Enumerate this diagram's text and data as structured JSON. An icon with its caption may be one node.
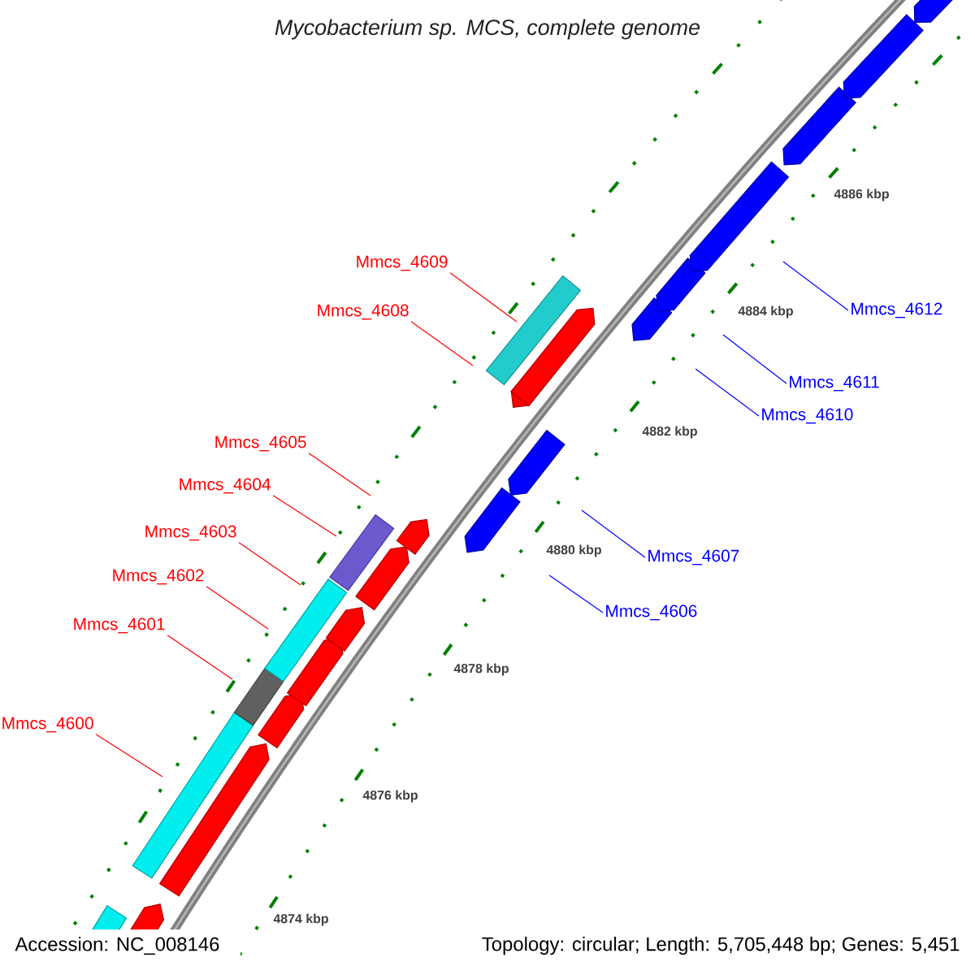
{
  "diagram": {
    "title": "*Mycobacterium* sp. MCS, complete genome",
    "nodes": [
      {
        "text": [
          "Mmcs_4609"
        ]
      },
      {
        "text": [
          "Mmcs_4612"
        ]
      },
      {
        "text": [
          "Mmcs_4608"
        ]
      },
      {
        "text": [
          "Mmcs_4611"
        ]
      },
      {
        "text": [
          "Mmcs_4610"
        ]
      },
      {
        "text": [
          "Mmcs_4605"
        ]
      },
      {
        "text": [
          "Mmcs_4604"
        ]
      },
      {
        "text": [
          "Mmcs_4603"
        ]
      },
      {
        "text": [
          "Mmcs_4607"
        ]
      },
      {
        "text": [
          "Mmcs_4602"
        ]
      },
      {
        "text": [
          "Mmcs_4606"
        ]
      },
      {
        "text": [
          "Mmcs_4601"
        ]
      },
      {
        "text": [
          "Mmcs_4600"
        ]
      }
    ],
    "edges": [
      {
        "from": 0,
        "to": null,
        "arrow": "none"
      },
      {
        "from": 1,
        "to": null,
        "arrow": "none",
        "color": "#0000ff"
      },
      {
        "from": 2,
        "to": null,
        "arrow": "none"
      },
      {
        "from": 3,
        "to": null,
        "arrow": "none",
        "color": "#0000ff"
      },
      {
        "from": 4,
        "to": null,
        "arrow": "none",
        "color": "#0000ff"
      },
      {
        "from": 5,
        "to": null,
        "arrow": "none"
      },
      {
        "from": 6,
        "to": null,
        "arrow": "none"
      },
      {
        "from": 7,
        "to": null,
        "arrow": "none"
      },
      {
        "from": 8,
        "to": null,
        "arrow": "none",
        "color": "#0000ff"
      },
      {
        "from": 9,
        "to": null,
        "arrow": "none"
      },
      {
        "from": 10,
        "to": null,
        "arrow": "none",
        "color": "#0000ff"
      },
      {
        "from": 11,
        "to": null,
        "arrow": "none"
      },
      {
        "from": 12,
        "to": null,
        "arrow": "none"
      }
    ],
    "labels": [
      "4886 kbp",
      "4884 kbp",
      "4882 kbp",
      "4880 kbp",
      "4878 kbp",
      "4876 kbp",
      "4874 kbp",
      "Accession: NC_008146",
      "Topology: circular; Length: 5,705,448 bp; Genes: 5,451"
    ]
  }
}
